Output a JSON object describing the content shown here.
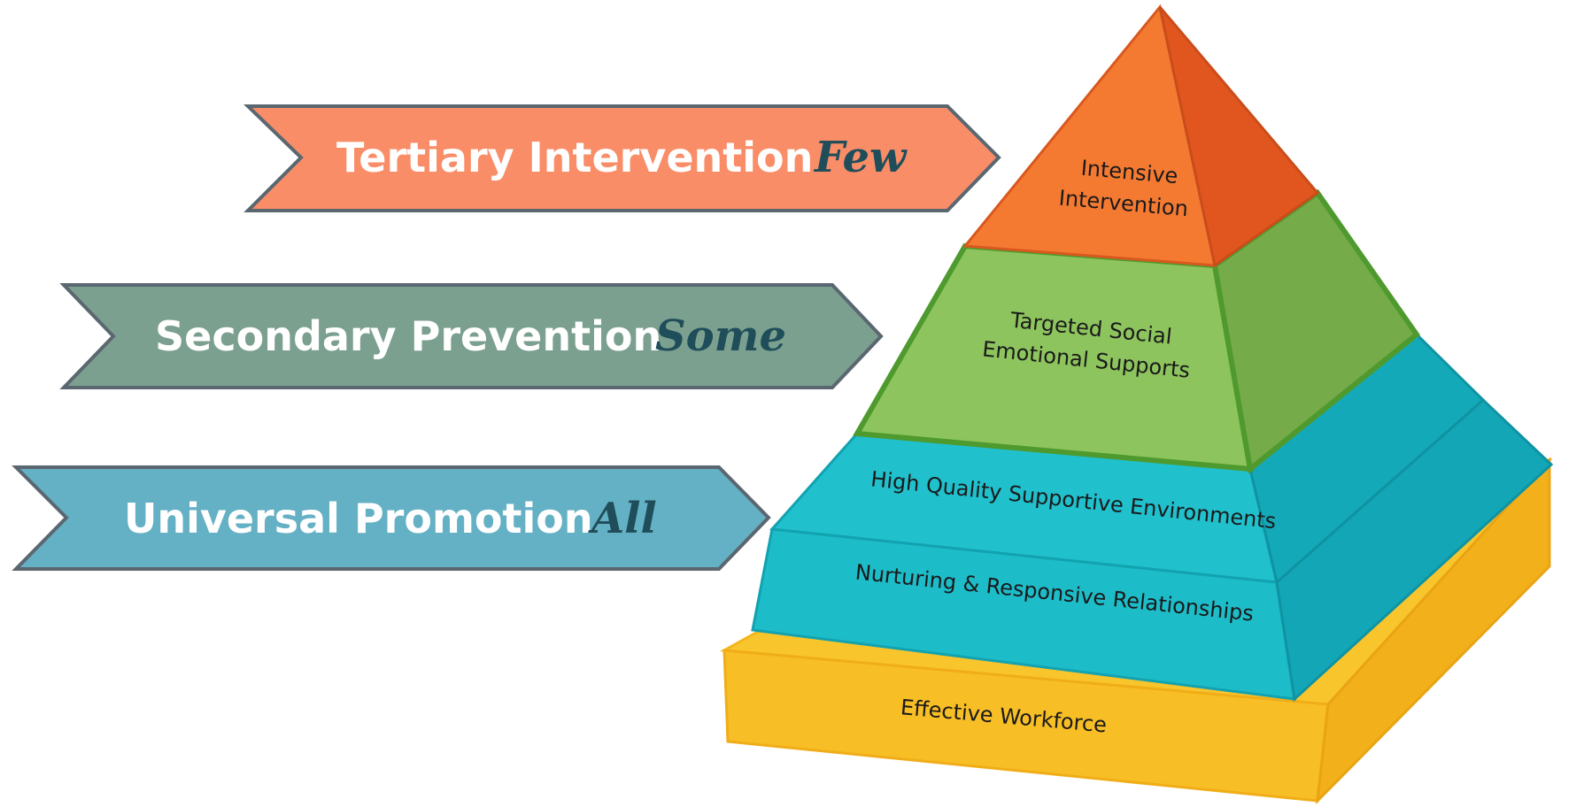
{
  "banners": [
    {
      "label": "Tertiary Intervention",
      "word": "Few",
      "fill": "#F98D68",
      "wordColor": "#1f4e5a"
    },
    {
      "label": "Secondary Prevention",
      "word": "Some",
      "fill": "#7BA08F",
      "wordColor": "#1f4e5a"
    },
    {
      "label": "Universal Promotion",
      "word": "All",
      "fill": "#64B0C4",
      "wordColor": "#1f4e5a"
    }
  ],
  "pyramid": {
    "top": {
      "line1": "Intensive",
      "line2": "Intervention",
      "colors": [
        "#F47A32",
        "#E0561E"
      ]
    },
    "middle": {
      "line1": "Targeted Social",
      "line2": "Emotional Supports",
      "colors": [
        "#8DC45E",
        "#76AB4A"
      ],
      "border": "#4f9a2e"
    },
    "base_upper": {
      "label": "High Quality Supportive Environments",
      "colors": [
        "#1DBCC9",
        "#13A6B6"
      ]
    },
    "base_lower": {
      "label": "Nurturing & Responsive Relationships",
      "colors": [
        "#1DBCC9",
        "#13A6B6"
      ]
    },
    "foundation": {
      "label": "Effective Workforce",
      "colors": [
        "#F9C52C",
        "#F2B01B"
      ]
    }
  }
}
